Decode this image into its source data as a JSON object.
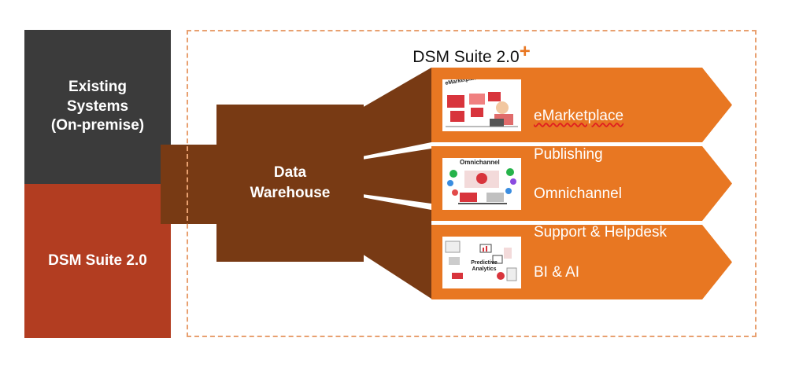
{
  "left_panel": {
    "existing_systems": "Existing\nSystems\n(On-premise)",
    "dsm_suite": "DSM Suite 2.0"
  },
  "suite_box": {
    "title": "DSM Suite 2.0",
    "plus": "+"
  },
  "data_warehouse": {
    "label": "Data\nWarehouse"
  },
  "modules": [
    {
      "line1": "eMarketplace",
      "line2": "Publishing",
      "thumbnail_text": "eMarketplace Publishing"
    },
    {
      "line1": "Omnichannel",
      "line2": "Support & Helpdesk",
      "thumbnail_text": "Omnichannel"
    },
    {
      "line1": "BI & AI",
      "line2": "Predictive Analytics",
      "thumbnail_text": "Predictive Analytics"
    }
  ],
  "colors": {
    "existing_systems_bg": "#3b3b3b",
    "dsm_suite_bg": "#b23d21",
    "warehouse_brown": "#783a14",
    "module_orange": "#e87722",
    "dashed_border": "#e8a070"
  }
}
